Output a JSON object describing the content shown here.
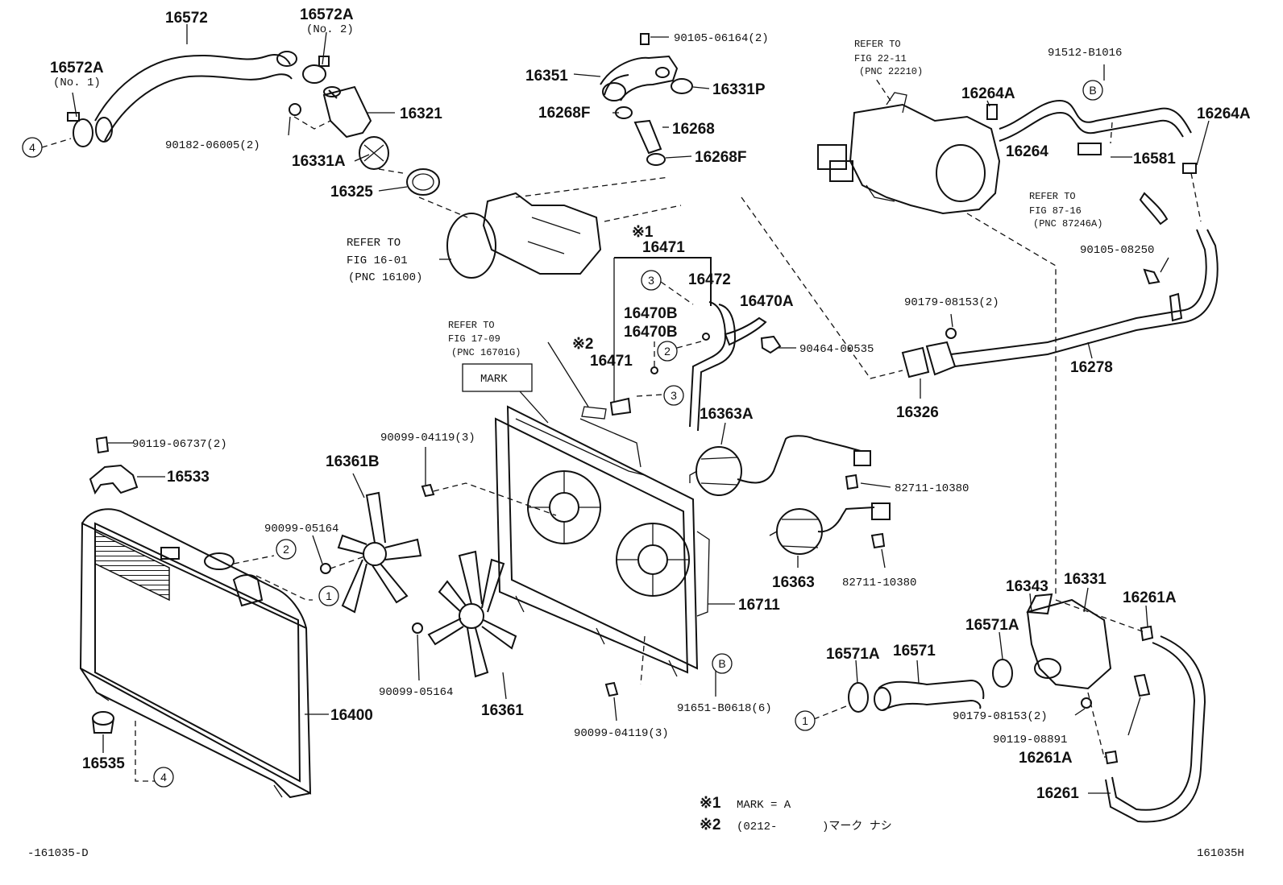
{
  "parts": {
    "p16572": "16572",
    "p16572A_top": "16572A",
    "p16572A_top_note": "(No. 2)",
    "p16572A_left": "16572A",
    "p16572A_left_note": "(No. 1)",
    "p16321": "16321",
    "p90182": "90182-06005(2)",
    "p16331A": "16331A",
    "p16325": "16325",
    "p90105_06164": "90105-06164(2)",
    "p16351": "16351",
    "p16331P": "16331P",
    "p16268F_a": "16268F",
    "p16268": "16268",
    "p16268F_b": "16268F",
    "ref_16_01_a": "REFER TO",
    "ref_16_01_b": "FIG 16-01",
    "ref_16_01_c": "(PNC 16100)",
    "ref_22_11_a": "REFER TO",
    "ref_22_11_b": "FIG 22-11",
    "ref_22_11_c": "(PNC 22210)",
    "p91512": "91512-B1016",
    "p16264A_a": "16264A",
    "p16264A_b": "16264A",
    "p16264": "16264",
    "p16581": "16581",
    "ref_87_16_a": "REFER TO",
    "ref_87_16_b": "FIG 87-16",
    "ref_87_16_c": "(PNC 87246A)",
    "p90105_08250": "90105-08250",
    "note1_mark": "※1",
    "p16471_top": "16471",
    "p16472": "16472",
    "p16470A": "16470A",
    "p16470B_a": "16470B",
    "p16470B_b": "16470B",
    "note2_mark": "※2",
    "p16471_b": "16471",
    "p90464": "90464-00535",
    "p90179_top": "90179-08153(2)",
    "p16278": "16278",
    "p16326": "16326",
    "ref_17_09_a": "REFER TO",
    "ref_17_09_b": "FIG 17-09",
    "ref_17_09_c": "(PNC 16701G)",
    "mark_box": "MARK",
    "p16363A": "16363A",
    "p82711_a": "82711-10380",
    "p90119_06737": "90119-06737(2)",
    "p16533": "16533",
    "p90099_04119_a": "90099-04119(3)",
    "p16361B": "16361B",
    "p90099_05164_a": "90099-05164",
    "p16363": "16363",
    "p82711_b": "82711-10380",
    "p16711": "16711",
    "p90099_05164_b": "90099-05164",
    "p16361": "16361",
    "p91651": "91651-B0618(6)",
    "p90099_04119_b": "90099-04119(3)",
    "p16400": "16400",
    "p16535": "16535",
    "p16343": "16343",
    "p16331": "16331",
    "p16261A_a": "16261A",
    "p16571A_a": "16571A",
    "p16571A_b": "16571A",
    "p16571": "16571",
    "p90179_bot": "90179-08153(2)",
    "p90119_08891": "90119-08891",
    "p16261A_b": "16261A",
    "p16261": "16261"
  },
  "markers": {
    "m4": "4",
    "m3": "3",
    "m2": "2",
    "m1": "1",
    "mB": "B"
  },
  "notes": {
    "n1_sym": "※1",
    "n1_text": "MARK = A",
    "n2_sym": "※2",
    "n2_text_a": "(0212-",
    "n2_text_b": ")マーク ナシ"
  },
  "footer": {
    "left_code": "-161035-D",
    "right_code": "161035H"
  }
}
